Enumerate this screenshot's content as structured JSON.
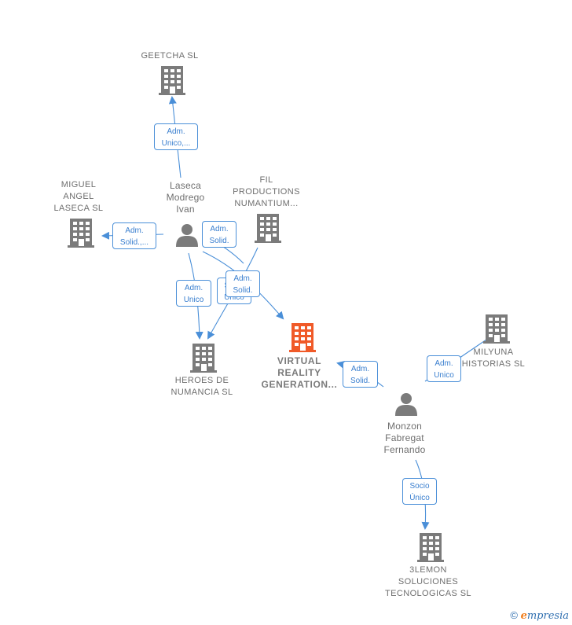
{
  "nodes": {
    "geetcha": {
      "label": "GEETCHA SL",
      "icon": "building-icon"
    },
    "laseca": {
      "label": "Laseca\nModrego\nIvan",
      "icon": "person-icon"
    },
    "miguel": {
      "label": "MIGUEL\nANGEL\nLASECA SL",
      "icon": "building-icon"
    },
    "fil": {
      "label": "FIL\nPRODUCTIONS\nNUMANTIUM...",
      "icon": "building-icon"
    },
    "heroes": {
      "label": "HEROES DE\nNUMANCIA  SL",
      "icon": "building-icon"
    },
    "virtual": {
      "label": "VIRTUAL\nREALITY\nGENERATION...",
      "icon": "building-icon"
    },
    "milyuna": {
      "label": "MILYUNA\nHISTORIAS SL",
      "icon": "building-icon"
    },
    "monzon": {
      "label": "Monzon\nFabregat\nFernando",
      "icon": "person-icon"
    },
    "lemon": {
      "label": "3LEMON\nSOLUCIONES\nTECNOLOGICAS SL",
      "icon": "building-icon"
    }
  },
  "edges": {
    "laseca_geetcha": "Adm.\nUnico,...",
    "laseca_miguel": "Adm.\nSolid.,...",
    "laseca_fil": "Adm.\nSolid.",
    "laseca_heroes": "Adm.\nUnico",
    "fil_heroes": "Socio\nÚnico",
    "laseca_virtual": "Adm.\nSolid.",
    "monzon_virtual": "Adm.\nSolid.",
    "monzon_milyuna": "Adm.\nUnico",
    "monzon_lemon": "Socio\nÚnico"
  },
  "colors": {
    "edge": "#4a8fd8",
    "node_gray": "#7b7b7b",
    "focus": "#f05a28"
  },
  "footer": {
    "copyright": "©",
    "brand_initial": "e",
    "brand_rest": "mpresia"
  }
}
